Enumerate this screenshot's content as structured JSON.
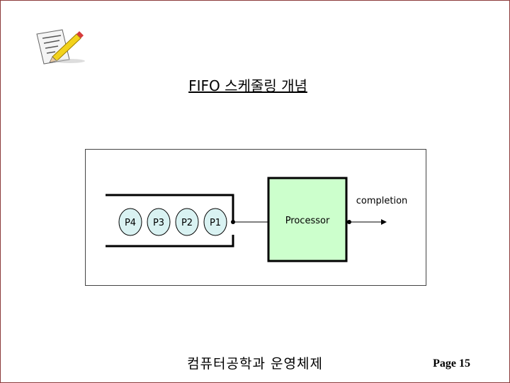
{
  "slide": {
    "title": "FIFO 스케줄링 개념",
    "footer": "컴퓨터공학과 운영체제",
    "page": "Page 15",
    "logo_icon": "notepad-pencil-icon"
  },
  "diagram": {
    "queue": [
      {
        "label": "P4"
      },
      {
        "label": "P3"
      },
      {
        "label": "P2"
      },
      {
        "label": "P1"
      }
    ],
    "processor_label": "Processor",
    "output_label": "completion",
    "colors": {
      "process_fill": "#d9f2f2",
      "processor_fill": "#ccffcc",
      "line": "#000000"
    }
  }
}
